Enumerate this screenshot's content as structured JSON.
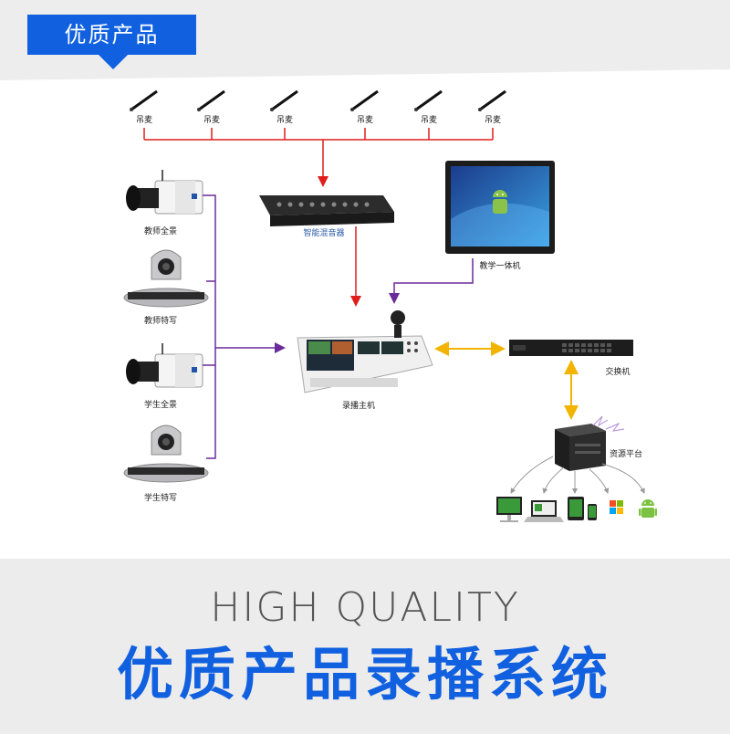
{
  "header": {
    "tag": "优质产品"
  },
  "diagram": {
    "mics": [
      "吊麦",
      "吊麦",
      "吊麦",
      "吊麦",
      "吊麦",
      "吊麦"
    ],
    "mixer": "智能混音器",
    "display": "教学一体机",
    "recorder": "录播主机",
    "switch": "交换机",
    "server": "资源平台",
    "cameras": [
      "教师全景",
      "教师特写",
      "学生全景",
      "学生特写"
    ]
  },
  "footer": {
    "en": "HIGH QUALITY",
    "zh": "优质产品录播系统"
  },
  "colors": {
    "brand_blue": "#1060e0",
    "audio_line": "#e01e1e",
    "video_line": "#6a2a9a",
    "network_line": "#f2b400"
  }
}
